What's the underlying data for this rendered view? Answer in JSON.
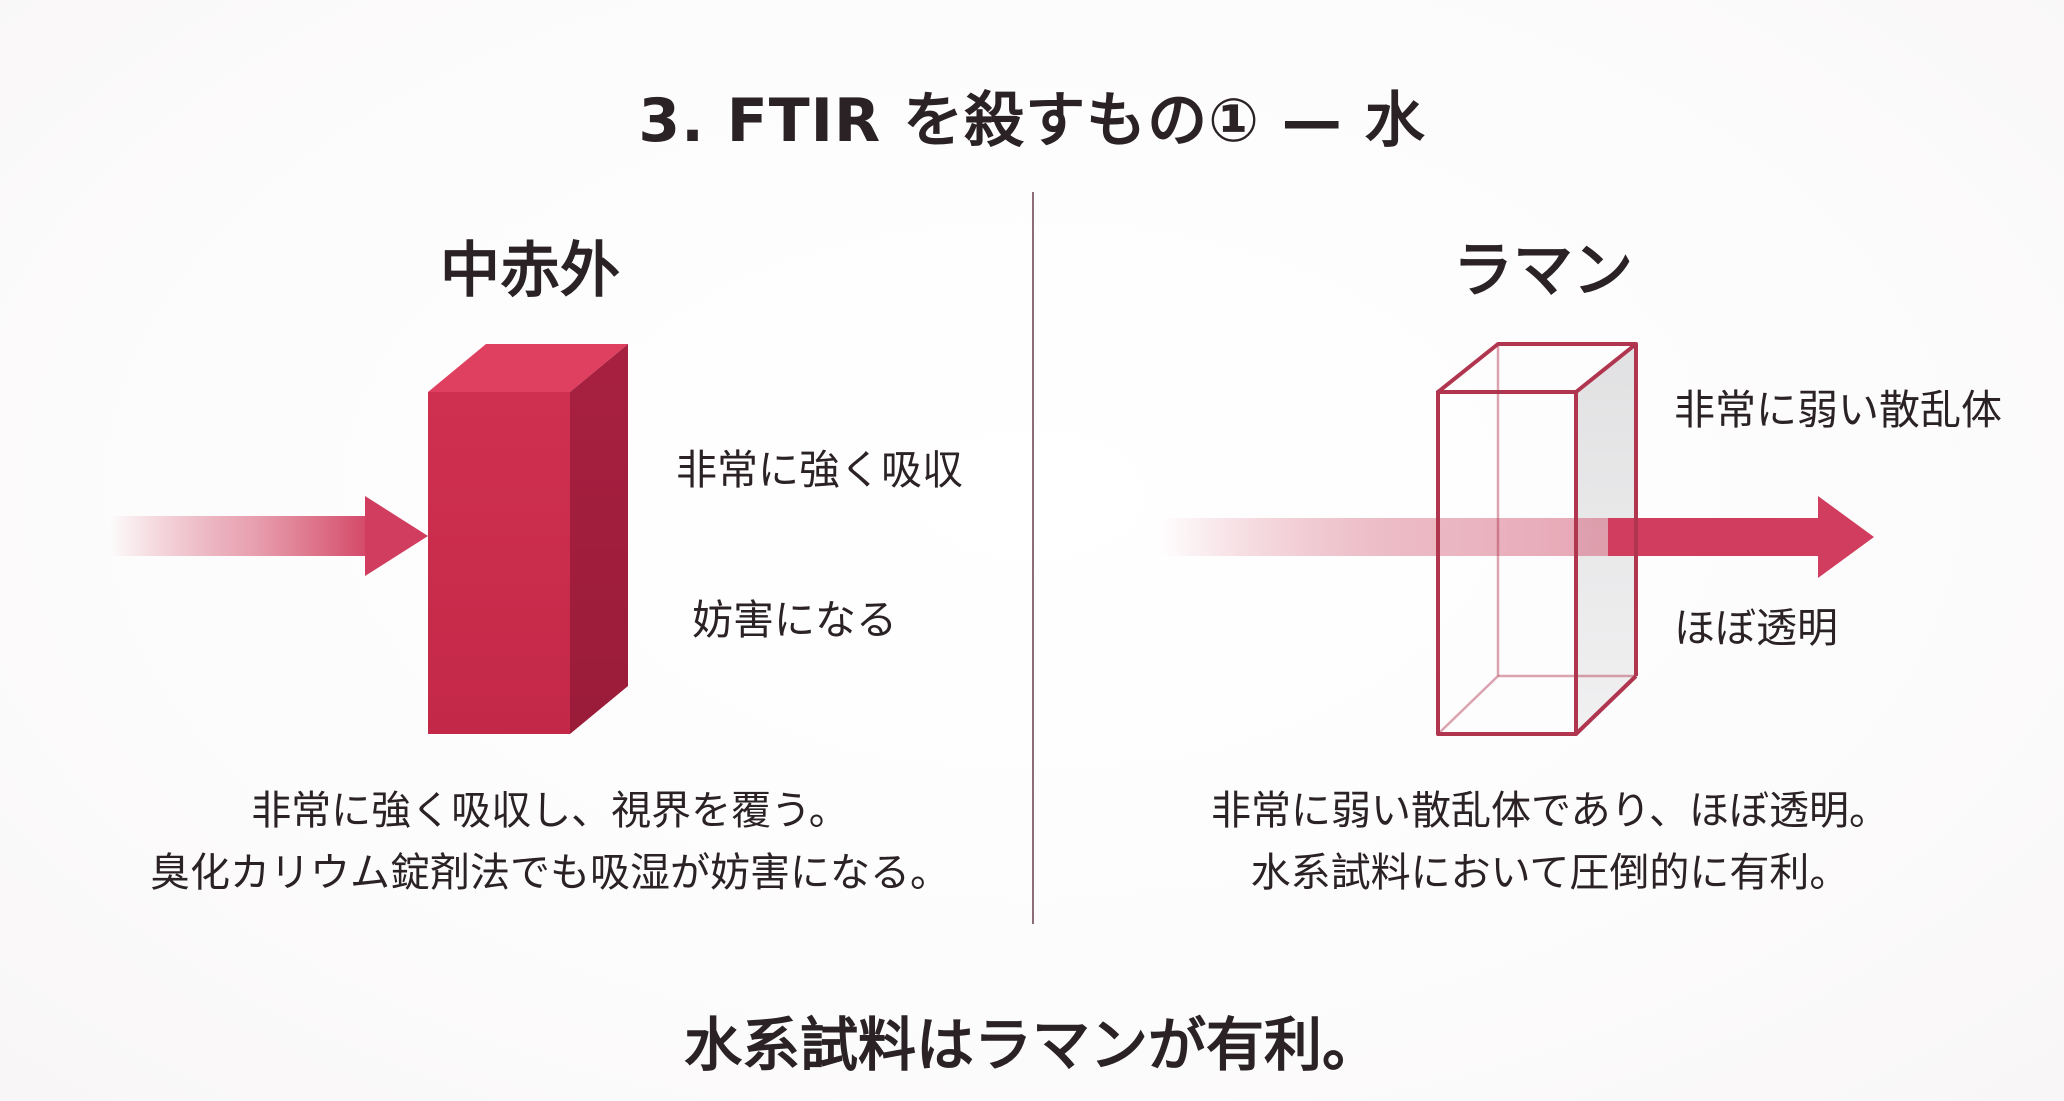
{
  "title": "3. FTIR を殺すもの① — 水",
  "left_panel": {
    "heading": "中赤外",
    "label_top": "非常に強く吸収",
    "label_bottom": "妨害になる",
    "caption_line1": "非常に強く吸収し、視界を覆う。",
    "caption_line2": "臭化カリウム錠剤法でも吸湿が妨害になる。"
  },
  "right_panel": {
    "heading": "ラマン",
    "label_top": "非常に弱い散乱体",
    "label_bottom": "ほぼ透明",
    "caption_line1": "非常に弱い散乱体であり、ほぼ透明。",
    "caption_line2": "水系試料において圧倒的に有利。"
  },
  "conclusion": "水系試料はラマンが有利。",
  "colors": {
    "accent": "#c8284b",
    "accent_dark": "#9e1d39",
    "accent_side": "#a82040",
    "outline": "#b0354f",
    "text": "#2a2224",
    "divider": "#8d6e76"
  }
}
